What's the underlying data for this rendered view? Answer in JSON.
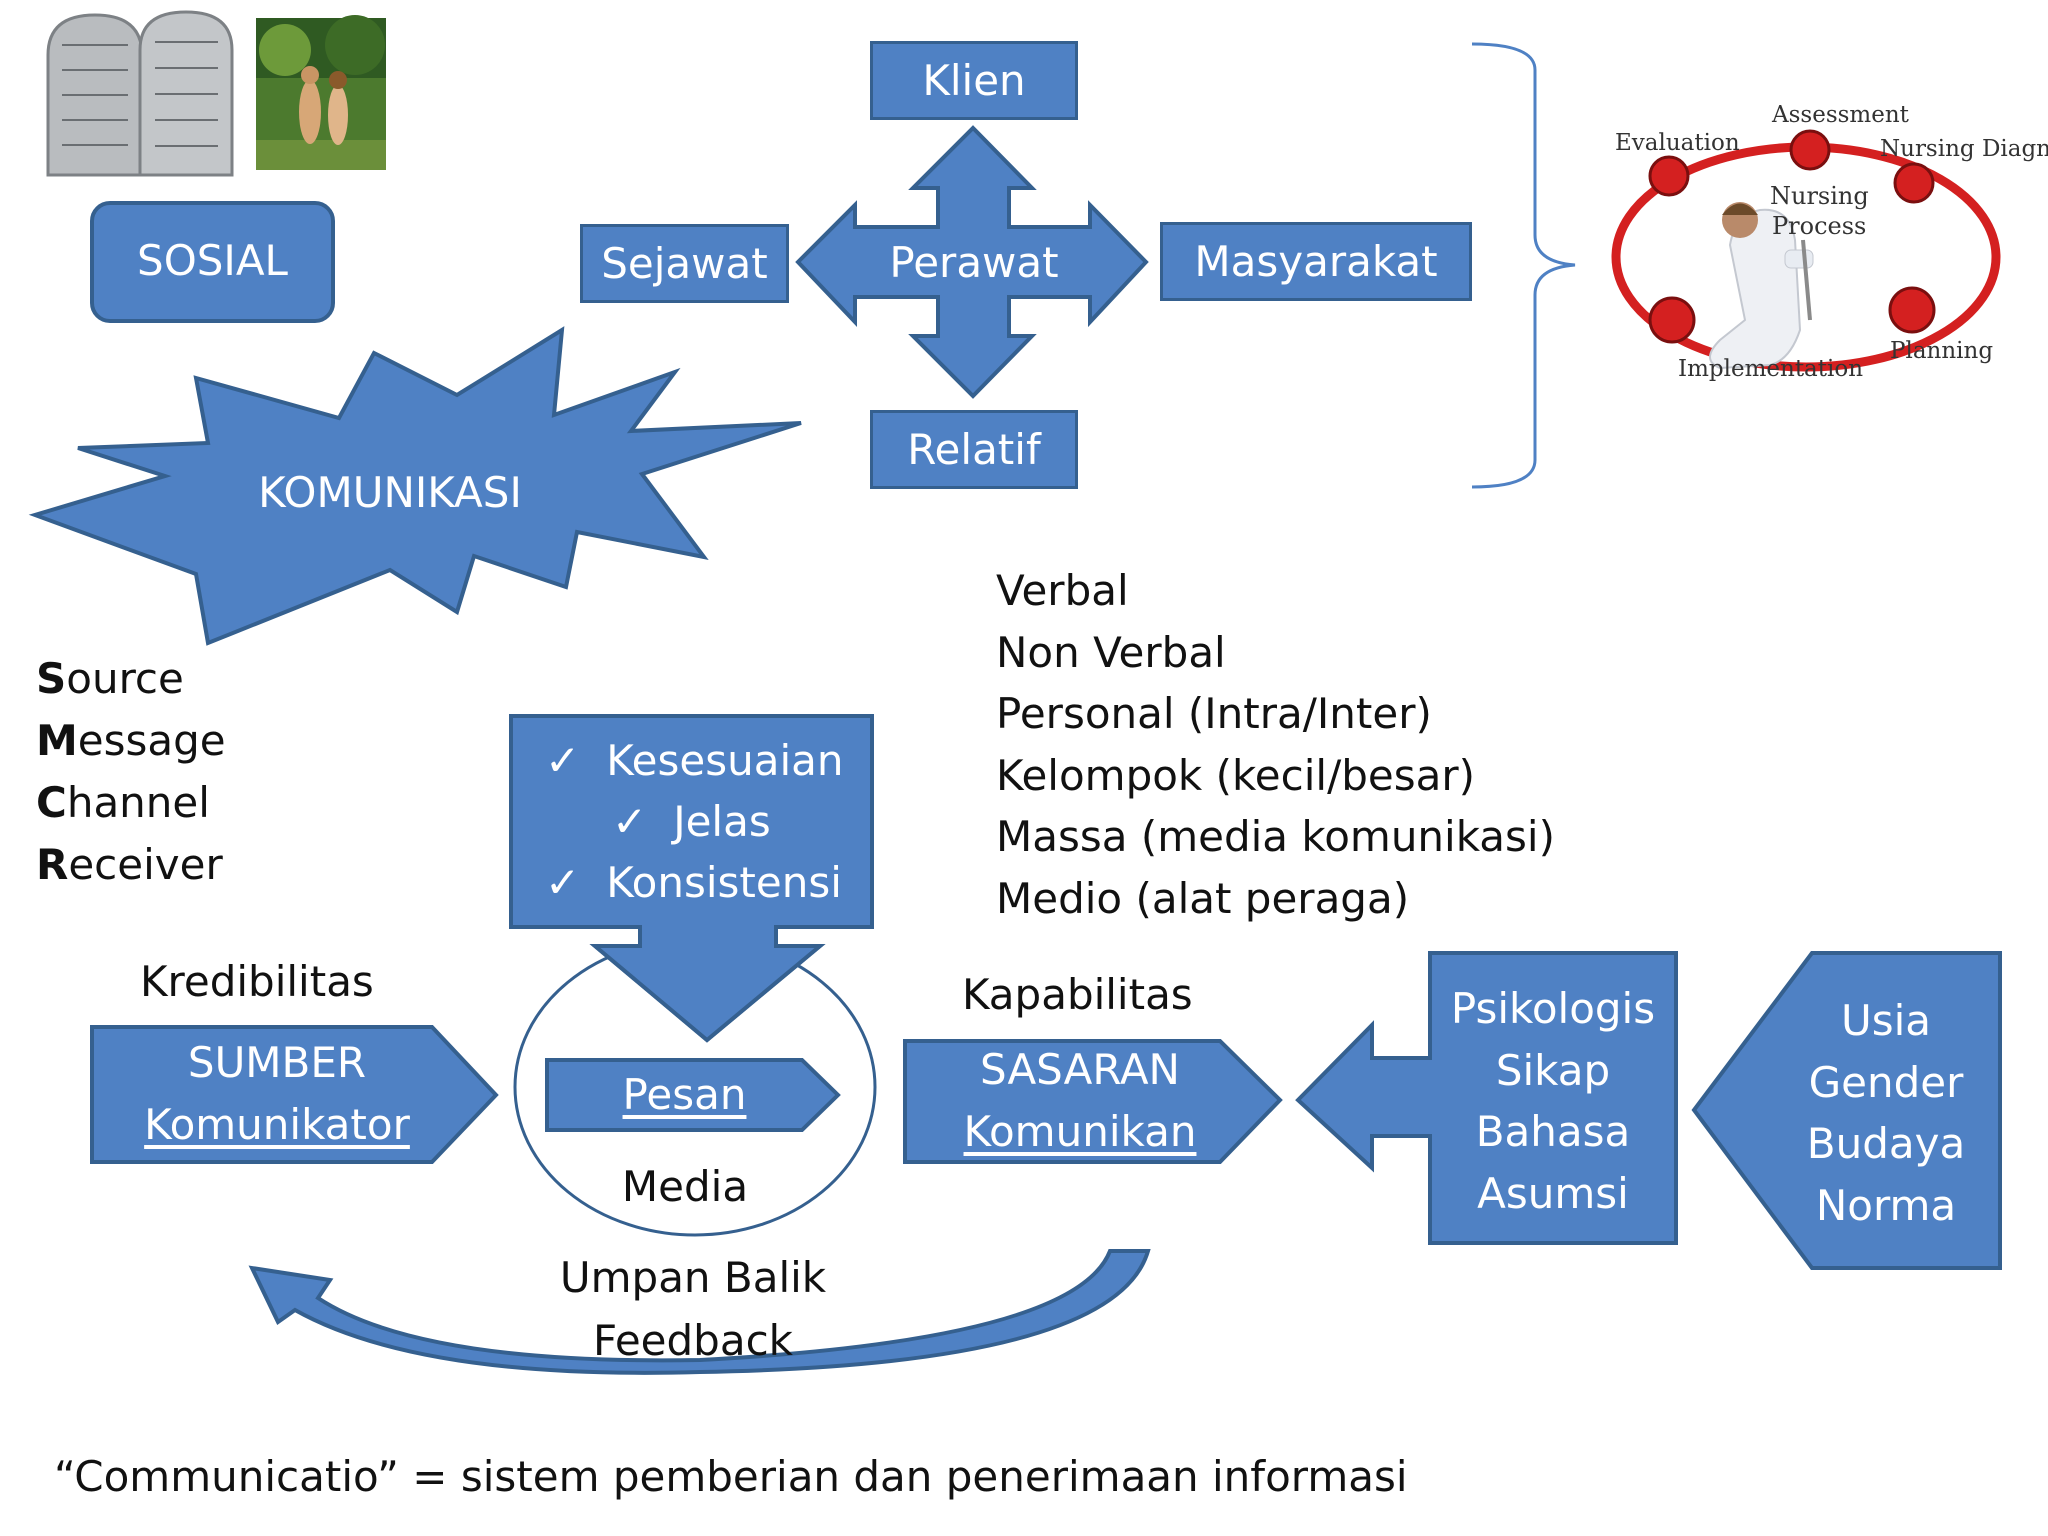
{
  "top": {
    "sosial": "SOSIAL",
    "center": "Perawat",
    "klien": "Klien",
    "sejawat": "Sejawat",
    "masyarakat": "Masyarakat",
    "relatif": "Relatif",
    "komunikasi": "KOMUNIKASI"
  },
  "nursing_process": {
    "title_line1": "Nursing",
    "title_line2": "Process",
    "assessment": "Assessment",
    "evaluation": "Evaluation",
    "nursing_diagnosis": "Nursing Diagnosis",
    "planning": "Planning",
    "implementation": "Implementation"
  },
  "smcr": [
    {
      "initial": "S",
      "rest": "ource"
    },
    {
      "initial": "M",
      "rest": "essage"
    },
    {
      "initial": "C",
      "rest": "hannel"
    },
    {
      "initial": "R",
      "rest": "eceiver"
    }
  ],
  "types": [
    "Verbal",
    "Non Verbal",
    "Personal (Intra/Inter)",
    "Kelompok (kecil/besar)",
    "Massa (media komunikasi)",
    "Medio (alat peraga)"
  ],
  "message_qualities": [
    "Kesesuaian",
    "Jelas",
    "Konsistensi"
  ],
  "check_glyph": "✓",
  "model": {
    "kredibilitas": "Kredibilitas",
    "sumber": "SUMBER",
    "komunikator": "Komunikator",
    "pesan": "Pesan",
    "media": "Media",
    "kapabilitas": "Kapabilitas",
    "sasaran": "SASARAN",
    "komunikan": "Komunikan",
    "receiver_factors": [
      "Psikologis",
      "Sikap",
      "Bahasa",
      "Asumsi"
    ],
    "demographics": [
      "Usia",
      "Gender",
      "Budaya",
      "Norma"
    ],
    "feedback_line1": "Umpan Balik",
    "feedback_line2": "Feedback"
  },
  "footer": "“Communicatio” = sistem pemberian dan penerimaan informasi",
  "colors": {
    "box_fill": "#4f81c4",
    "box_border": "#35608f",
    "ring": "#d42020"
  }
}
